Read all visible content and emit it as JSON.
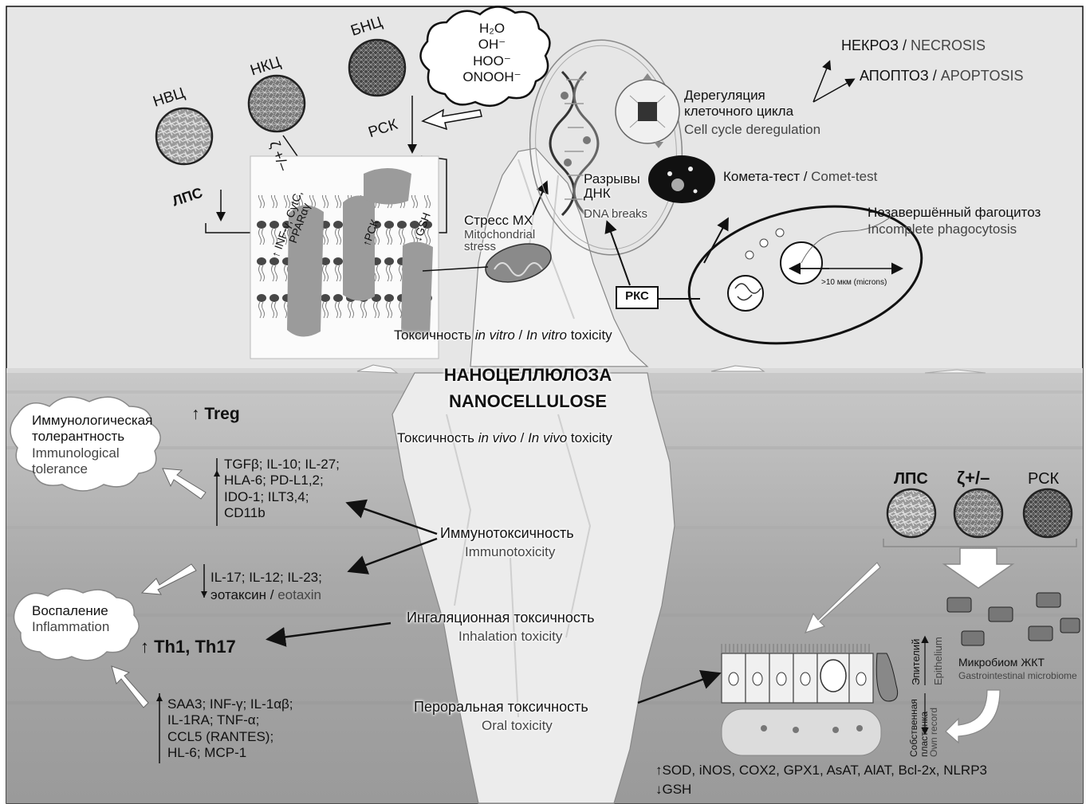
{
  "nanocellulose_types_top": {
    "nvc": "НВЦ",
    "nkc": "НКЦ",
    "bnc": "БНЦ"
  },
  "ros_molecules": [
    "H₂O",
    "OH⁻",
    "HOO⁻",
    "ONOOH⁻"
  ],
  "mechanisms": {
    "lps": "ЛПС",
    "zeta": "ζ +/–",
    "rsk": "РСК"
  },
  "membrane_effects": {
    "cytokines_line1": "↑ INF-γ, CytC,",
    "cytokines_line2": "PPARαγ",
    "rsk_up": "↑РСК",
    "gsh_down": "↓GSH"
  },
  "mito_stress": {
    "ru": "Стресс МХ",
    "en_line1": "Mitochondrial",
    "en_line2": "stress"
  },
  "dna_breaks": {
    "ru_line1": "Разрывы",
    "ru_line2": "ДНК",
    "en": "DNA breaks"
  },
  "cell_cycle": {
    "ru_line1": "Дерегуляция",
    "ru_line2": "клеточного цикла",
    "en": "Cell cycle deregulation"
  },
  "cell_death": {
    "necrosis_ru": "НЕКРОЗ",
    "necrosis_en": "NECROSIS",
    "apoptosis_ru": "АПОПТОЗ",
    "apoptosis_en": "APOPTOSIS",
    "sep": " / "
  },
  "comet": {
    "ru": "Комета-тест",
    "en": "Comet-test",
    "sep": " / "
  },
  "phagocytosis": {
    "ru": "Незавершённый фагоцитоз",
    "en": "Incomplete phagocytosis",
    "size": ">10 мкм (microns)",
    "rks_label": "РКС"
  },
  "in_vitro": {
    "ru_a": "Токсичность ",
    "ru_i": "in vitro",
    "sep": " / ",
    "en_i": "In vitro",
    "en_b": " toxicity"
  },
  "center_title": {
    "ru": "НАНОЦЕЛЛЮЛОЗА",
    "en": "NANOCELLULOSE"
  },
  "in_vivo": {
    "ru_a": "Токсичность ",
    "ru_i": "in vivo",
    "sep": " / ",
    "en_i": "In vivo",
    "en_b": " toxicity"
  },
  "tolerance": {
    "ru_line1": "Иммунологическая",
    "ru_line2": "толерантность",
    "en_line1": "Immunological",
    "en_line2": "tolerance",
    "treg": "↑ Treg",
    "markers": [
      "TGFβ; IL-10; IL-27;",
      "HLA-6; PD-L1,2;",
      "IDO-1; ILT3,4;",
      "CD11b"
    ]
  },
  "immunotoxicity": {
    "ru": "Иммунотоксичность",
    "en": "Immunotoxicity"
  },
  "il17_block": {
    "line1": "IL-17; IL-12; IL-23;",
    "line2_ru": "эотаксин",
    "sep": " / ",
    "line2_en": "eotaxin"
  },
  "inflammation": {
    "ru": "Воспаление",
    "en": "Inflammation",
    "th": "↑ Th1, Th17"
  },
  "inhalation": {
    "ru": "Ингаляционная токсичность",
    "en": "Inhalation toxicity"
  },
  "oral": {
    "ru": "Пероральная токсичность",
    "en": "Oral toxicity"
  },
  "saa3_block": [
    "SAA3; INF-γ; IL-1αβ;",
    "IL-1RA; TNF-α;",
    "CCL5 (RANTES);",
    "HL-6; MCP-1"
  ],
  "gut_factors": {
    "lps": "ЛПС",
    "zeta": "ζ+/–",
    "rsk": "РСК"
  },
  "microbiome": {
    "ru": "Микробиом ЖКТ",
    "en": "Gastrointestinal microbiome"
  },
  "epithelium": {
    "ru": "Эпителий",
    "en": "Epithelium"
  },
  "lamina": {
    "ru_line1": "Собственная",
    "ru_line2": "пластинка",
    "en": "Own record"
  },
  "bottom_markers": {
    "up": "↑SOD, iNOS, COX2, GPX1, AsAT, AlAT, Bcl-2x, NLRP3",
    "down": "↓GSH"
  },
  "colors": {
    "sky": "#e6e6e6",
    "water": "#a9a9a9",
    "ice": "#f3f3f3",
    "ink": "#111111",
    "en_text": "#444444"
  }
}
